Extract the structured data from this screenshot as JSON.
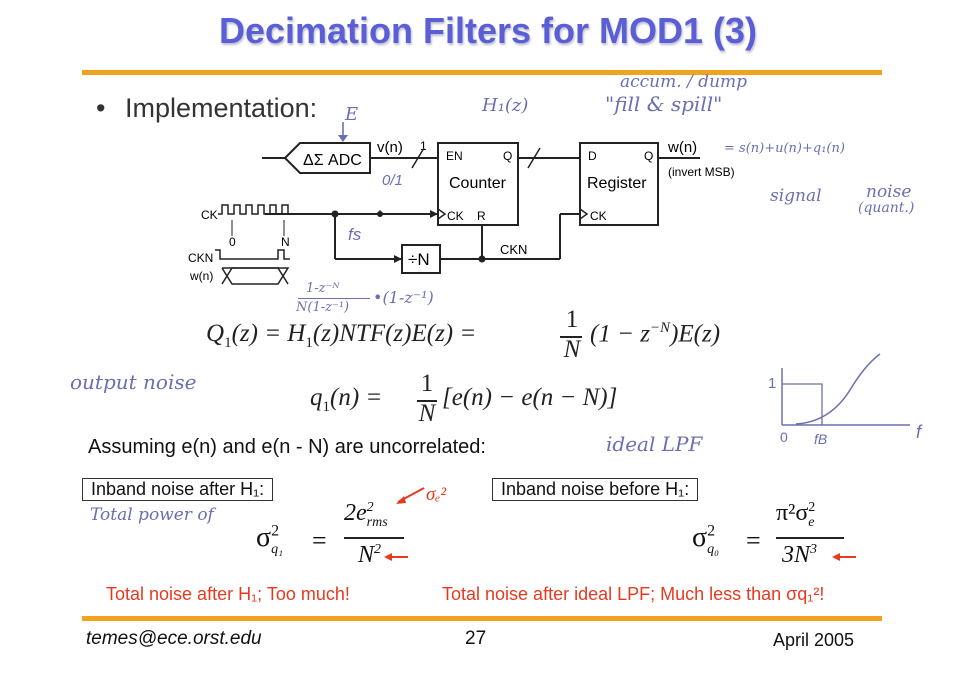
{
  "title": "Decimation Filters for MOD1 (3)",
  "bullet": "•",
  "implementation": "Implementation:",
  "diagram": {
    "adc": "ΔΣ ADC",
    "vn": "v(n)",
    "one": "1",
    "en": "EN",
    "q": "Q",
    "counter": "Counter",
    "ck": "CK",
    "r": "R",
    "d": "D",
    "register": "Register",
    "wn": "w(n)",
    "invert": "(invert MSB)",
    "divn": "÷N",
    "ckn": "CKN",
    "timing_ck": "CK",
    "timing_ckn": "CKN",
    "timing_wn": "w(n)",
    "timing_0": "0",
    "timing_n": "N"
  },
  "handwriting": {
    "e": "E",
    "h1z": "H₁(z)",
    "accumulate": "accum. / dump",
    "fill_spill": "\"fill & spill\"",
    "w_expr": "= s(n)+u(n)+q₁(n)",
    "signal": "signal",
    "noise": "noise",
    "quant": "(quant.)",
    "zero_one": "0/1",
    "fs": "fs",
    "zexpr_num": "1-z⁻ᴺ",
    "zexpr_den": "N(1-z⁻¹)",
    "zexpr_tail": "•(1-z⁻¹)",
    "output_noise": "output noise",
    "ideal_lpf": "ideal LPF",
    "total_power": "Total power of",
    "sigma_e_sq": "σₑ²",
    "lpf_one": "1",
    "lpf_zero": "0",
    "lpf_fb": "fB",
    "lpf_f": "f"
  },
  "equations": {
    "q1z": "Q₁(z) = H₁(z)NTF(z)E(z) = (1/N)(1 − z⁻ᴺ)E(z)",
    "q1z_lhs": "Q",
    "q1z_sub": "1",
    "q1z_rest": "(z) = H",
    "q1z_h_sub": "1",
    "q1z_mid": "(z)NTF(z)E(z) =",
    "q1z_frac_num": "1",
    "q1z_frac_den": "N",
    "q1z_tail": "(1 − z",
    "q1z_exp": "−N",
    "q1z_end": ")E(z)",
    "q1n_lhs": "q",
    "q1n_sub": "1",
    "q1n_rest": "(n) =",
    "q1n_frac_num": "1",
    "q1n_frac_den": "N",
    "q1n_tail": "[e(n) − e(n − N)]",
    "assumption": "Assuming e(n) and e(n - N) are uncorrelated:"
  },
  "boxes": {
    "after": "Inband noise after H₁:",
    "before": "Inband noise before H₁:"
  },
  "sigma_left": {
    "lhs": "σ",
    "lhs_sup": "2",
    "lhs_sub": "q₁",
    "eq": "=",
    "num": "2e",
    "num_sup": "2",
    "num_sub": "rms",
    "den": "N",
    "den_sup": "2"
  },
  "sigma_right": {
    "lhs": "σ",
    "lhs_sup": "2",
    "lhs_sub": "q₀",
    "eq": "=",
    "num": "π²σ",
    "num_sup": "2",
    "num_sub": "e",
    "den": "3N",
    "den_sup": "3"
  },
  "captions": {
    "left": "Total noise after H₁; Too much!",
    "right": "Total noise after ideal LPF; Much less than σq₁²!"
  },
  "footer": {
    "email": "temes@ece.orst.edu",
    "page": "27",
    "date": "April 2005"
  },
  "colors": {
    "title": "#5a5fd6",
    "rule": "#f0a31f",
    "red": "#e53a20",
    "handwriting": "#6b6fb0"
  }
}
